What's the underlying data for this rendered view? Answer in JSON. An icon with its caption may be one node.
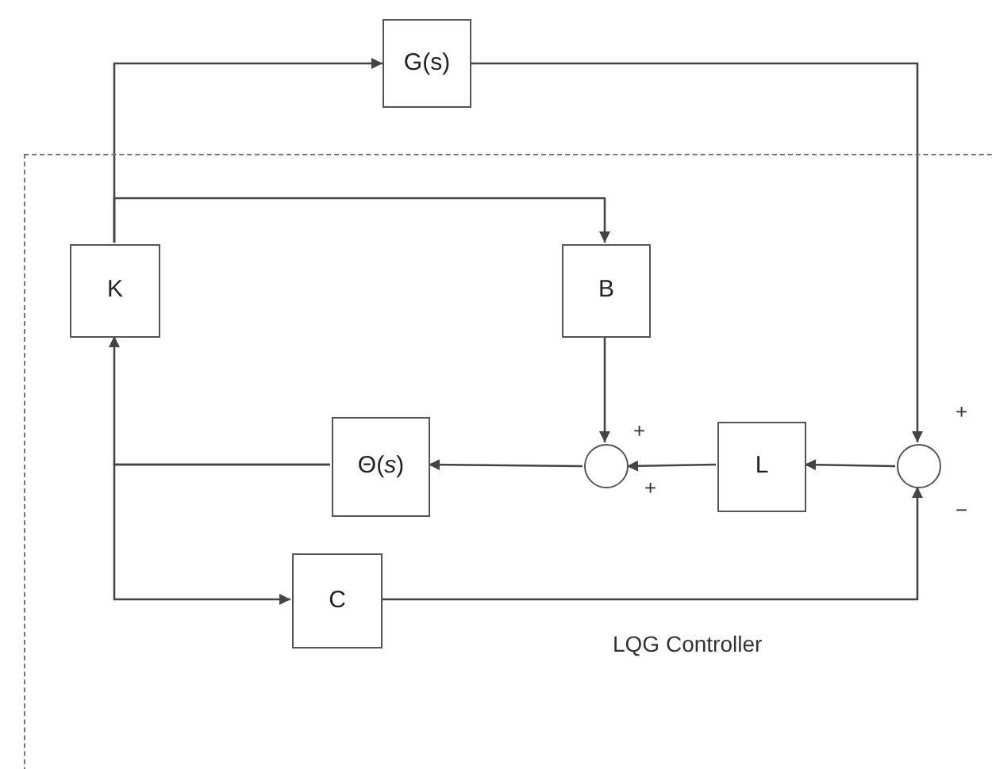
{
  "diagram": {
    "nodes": [
      {
        "text": [
          "LQG Controller"
        ]
      },
      {
        "text": [
          "G(s)"
        ]
      },
      {
        "text": [
          "K"
        ],
        "in": 0
      },
      {
        "text": [
          "B"
        ],
        "in": 0
      },
      {
        "text": [
          "Θ(*s*)"
        ],
        "in": 0
      },
      {
        "text": [],
        "shape": "circle",
        "in": 0,
        "beside": [
          "+",
          "+"
        ]
      },
      {
        "text": [
          "L"
        ],
        "in": 0
      },
      {
        "text": [],
        "shape": "circle",
        "in": 0,
        "beside": [
          "+",
          "−"
        ]
      },
      {
        "text": [
          "C"
        ],
        "in": 0
      }
    ],
    "edges": [
      {
        "from": 2,
        "to": 1,
        "arrow": "to"
      },
      {
        "from": 2,
        "to": 3,
        "arrow": "to"
      },
      {
        "from": 1,
        "to": 7,
        "arrow": "to"
      },
      {
        "from": 3,
        "to": 5,
        "arrow": "to"
      },
      {
        "from": 7,
        "to": 6,
        "arrow": "to"
      },
      {
        "from": 6,
        "to": 5,
        "arrow": "to"
      },
      {
        "from": 5,
        "to": 4,
        "arrow": "to"
      },
      {
        "from": 4,
        "to": 2,
        "arrow": "to"
      },
      {
        "from": 4,
        "to": 8,
        "arrow": "to"
      },
      {
        "from": 8,
        "to": 7,
        "arrow": "to"
      }
    ]
  }
}
